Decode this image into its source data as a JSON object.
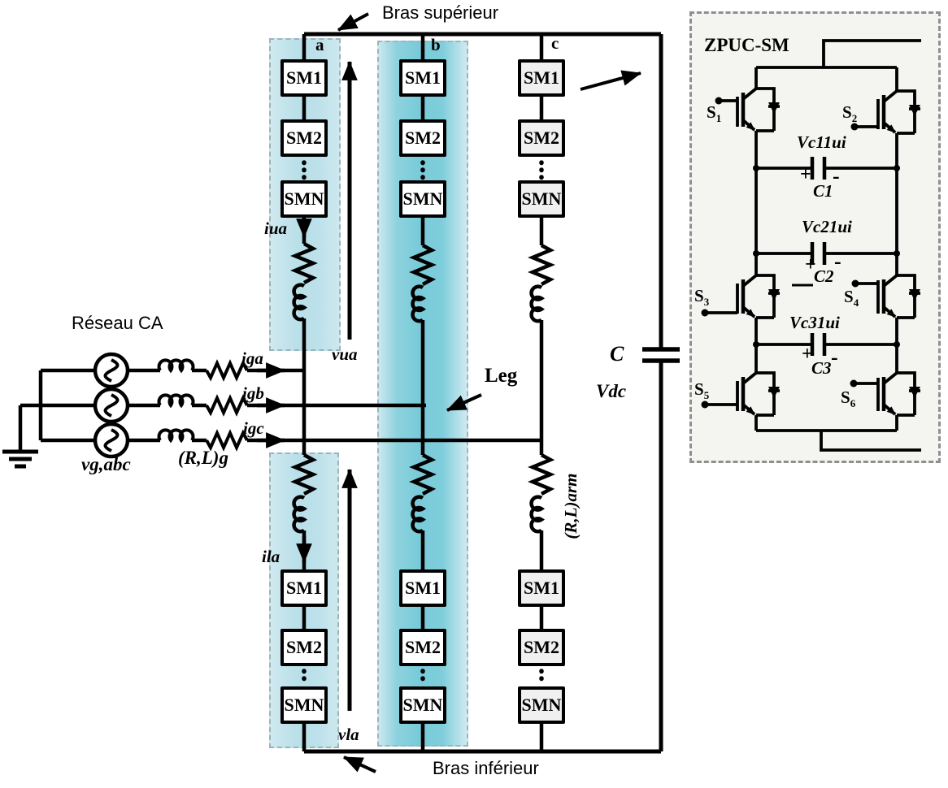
{
  "labels": {
    "reseau_ca": "Réseau CA",
    "bras_superieur": "Bras supérieur",
    "bras_inferieur": "Bras inférieur",
    "leg": "Leg",
    "zpuc_title": "ZPUC-SM",
    "phase_a": "a",
    "phase_b": "b",
    "phase_c": "c",
    "vg_abc": "vg,abc",
    "rl_g": "(R,L)g",
    "rl_arm": "(R,L)arm",
    "iga": "iga",
    "igb": "igb",
    "igc": "igc",
    "iua": "iua",
    "ila": "ila",
    "vua": "vua",
    "vla": "vla",
    "cap_c": "C",
    "vdc": "Vdc",
    "vc11ui": "Vc11ui",
    "vc21ui": "Vc21ui",
    "vc31ui": "Vc31ui",
    "c1": "C1",
    "c2": "C2",
    "c3": "C3",
    "plus": "+",
    "minus": "-"
  },
  "sm": {
    "sm1": "SM1",
    "sm2": "SM2",
    "smn": "SMN"
  },
  "switches": [
    {
      "base": "S",
      "sub": "1"
    },
    {
      "base": "S",
      "sub": "2"
    },
    {
      "base": "S",
      "sub": "3"
    },
    {
      "base": "S",
      "sub": "4"
    },
    {
      "base": "S",
      "sub": "5"
    },
    {
      "base": "S",
      "sub": "6"
    }
  ],
  "colors": {
    "wire": "#000000",
    "phase_a_fill": "#bfe0ea",
    "phase_b_fill": "#7fccda",
    "panel_fill": "#f4f4f1"
  }
}
